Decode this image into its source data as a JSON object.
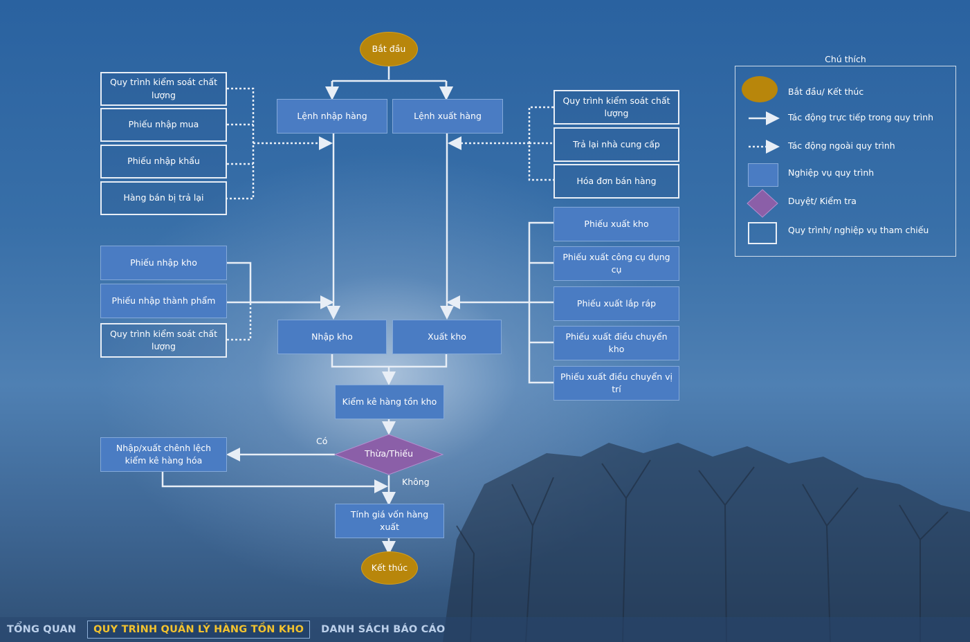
{
  "flow": {
    "start": "Bắt đầu",
    "end": "Kết thúc",
    "import_order": "Lệnh nhập hàng",
    "export_order": "Lệnh xuất hàng",
    "stock_in": "Nhập kho",
    "stock_out": "Xuất kho",
    "inventory_count": "Kiểm kê hàng tồn kho",
    "decision": "Thừa/Thiếu",
    "decision_yes": "Có",
    "decision_no": "Không",
    "variance_entry": "Nhập/xuất chênh lệch kiểm kê hàng hóa",
    "cost_calc": "Tính giá vốn hàng xuất",
    "left_refs": [
      "Quy trình kiểm soát chất lượng",
      "Phiếu nhập mua",
      "Phiếu nhập khẩu",
      "Hàng bán bị trả lại"
    ],
    "right_refs": [
      "Quy trình kiểm soát chất lượng",
      "Trả lại nhà cung cấp",
      "Hóa đơn bán hàng"
    ],
    "left_in": [
      "Phiếu nhập kho",
      "Phiếu nhập thành phẩm"
    ],
    "left_in_ref": "Quy trình kiểm soát chất lượng",
    "right_out": [
      "Phiếu xuất kho",
      "Phiếu xuất công cụ dụng cụ",
      "Phiếu xuất lắp ráp",
      "Phiếu xuất điều chuyển kho",
      "Phiếu xuất điều chuyển vị trí"
    ]
  },
  "legend": {
    "title": "Chú thích",
    "start_end": "Bắt đầu/ Kết thúc",
    "direct": "Tác động trực tiếp trong quy trình",
    "external": "Tác động ngoài quy trình",
    "process": "Nghiệp vụ quy trình",
    "approval": "Duyệt/ Kiểm tra",
    "reference": "Quy trình/ nghiệp vụ tham chiếu"
  },
  "tabs": {
    "overview": "TỔNG QUAN",
    "inventory_process": "QUY TRÌNH QUẢN LÝ HÀNG TỒN KHO",
    "reports": "DANH SÁCH BÁO CÁO"
  },
  "colors": {
    "process": "#4a7cc3",
    "oval": "#b8860b",
    "diamond": "#8b5fa8",
    "active_tab": "#f2c22e"
  }
}
